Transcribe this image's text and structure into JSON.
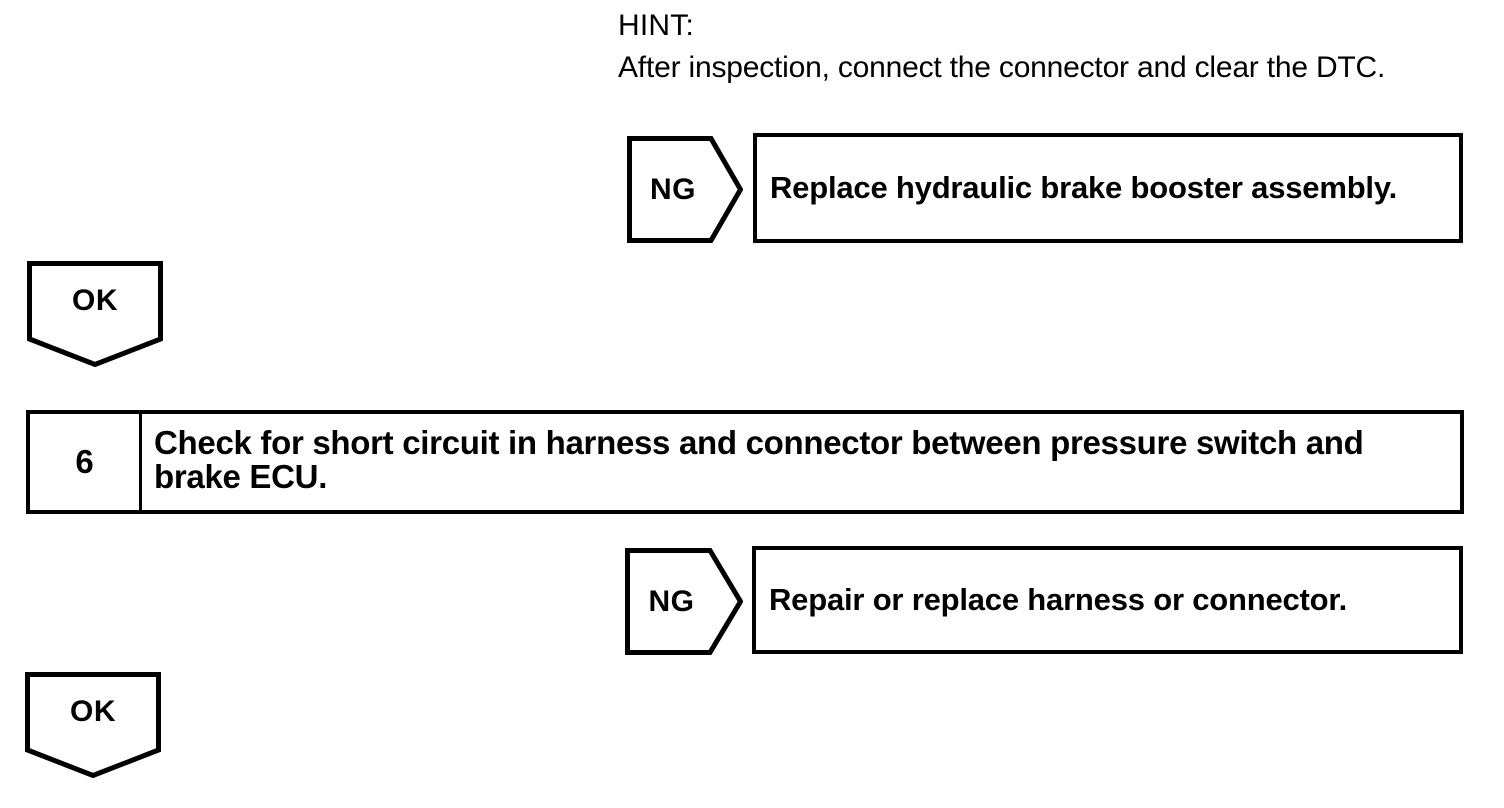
{
  "page": {
    "background_color": "#ffffff",
    "ink_color": "#000000"
  },
  "hint": {
    "label": "HINT:",
    "text": "After inspection, connect the connector and clear the DTC."
  },
  "step": {
    "number": "6",
    "instruction": "Check for short circuit in harness and connector between pressure switch and brake ECU."
  },
  "branches": [
    {
      "tag": "NG",
      "action": "Replace hydraulic brake booster assembly."
    },
    {
      "tag": "NG",
      "action": "Repair or replace harness or connector."
    }
  ],
  "ok_markers": [
    {
      "label": "OK"
    },
    {
      "label": "OK"
    }
  ]
}
